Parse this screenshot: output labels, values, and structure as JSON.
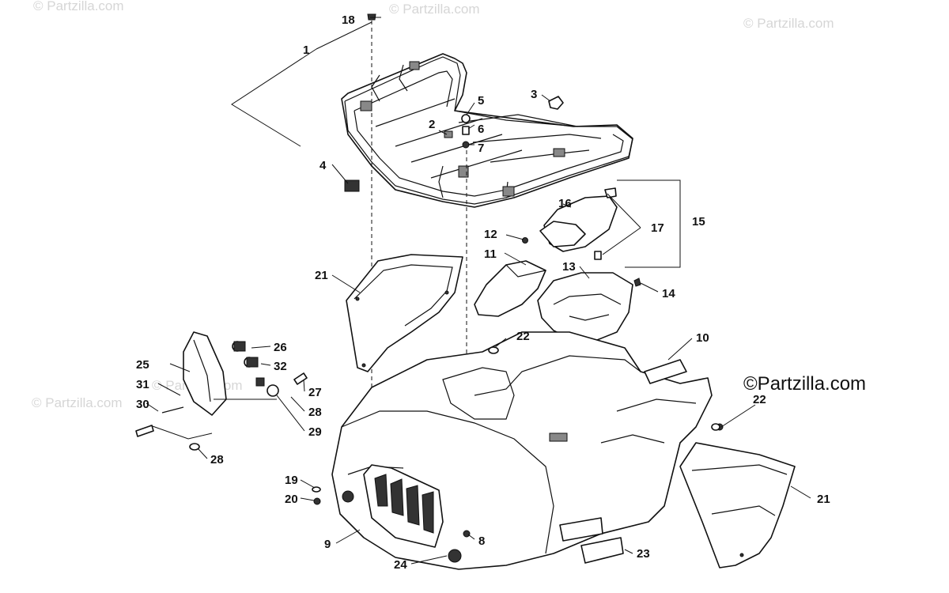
{
  "watermark": {
    "text": "© Partzilla.com",
    "main_text": "©Partzilla.com"
  },
  "callouts": [
    "1",
    "2",
    "3",
    "4",
    "5",
    "6",
    "7",
    "8",
    "9",
    "10",
    "11",
    "12",
    "13",
    "14",
    "15",
    "16",
    "17",
    "18",
    "19",
    "20",
    "21",
    "21",
    "22",
    "22",
    "23",
    "24",
    "25",
    "26",
    "27",
    "28",
    "28",
    "29",
    "30",
    "31",
    "32"
  ]
}
